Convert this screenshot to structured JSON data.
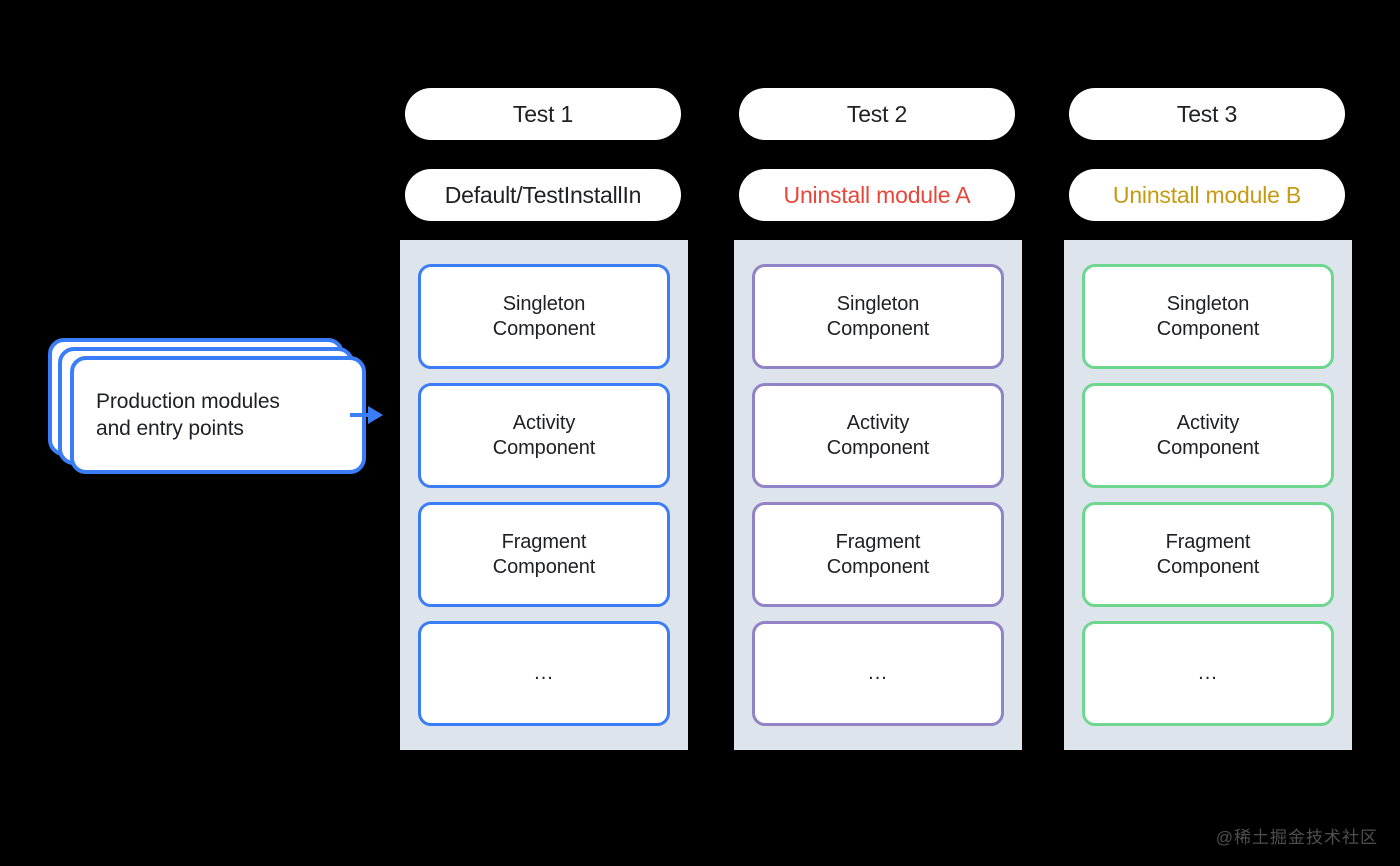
{
  "canvas": {
    "background": "#000000",
    "panel_background": "#DEE4EC",
    "card_background": "#ffffff",
    "text_color": "#202124"
  },
  "source_node": {
    "label": "Production modules\nand entry points",
    "line1": "Production modules",
    "line2": "and entry points",
    "border_color": "#3B7DF7",
    "stack_count": 3
  },
  "connector": {
    "type": "arrow",
    "direction": "right",
    "color": "#3B7DF7"
  },
  "columns": [
    {
      "id": "test1",
      "title": "Test 1",
      "subtitle": "Default/TestInstallIn",
      "subtitle_color": "#202124",
      "accent_color": "#3B7DF7",
      "components": [
        {
          "line1": "Singleton",
          "line2": "Component"
        },
        {
          "line1": "Activity",
          "line2": "Component"
        },
        {
          "line1": "Fragment",
          "line2": "Component"
        },
        {
          "line1": "...",
          "line2": ""
        }
      ]
    },
    {
      "id": "test2",
      "title": "Test 2",
      "subtitle": "Uninstall module A",
      "subtitle_color": "#E8463A",
      "accent_color": "#9183C6",
      "components": [
        {
          "line1": "Singleton",
          "line2": "Component"
        },
        {
          "line1": "Activity",
          "line2": "Component"
        },
        {
          "line1": "Fragment",
          "line2": "Component"
        },
        {
          "line1": "...",
          "line2": ""
        }
      ]
    },
    {
      "id": "test3",
      "title": "Test 3",
      "subtitle": "Uninstall module B",
      "subtitle_color": "#C79A12",
      "accent_color": "#6FD68F",
      "components": [
        {
          "line1": "Singleton",
          "line2": "Component"
        },
        {
          "line1": "Activity",
          "line2": "Component"
        },
        {
          "line1": "Fragment",
          "line2": "Component"
        },
        {
          "line1": "...",
          "line2": ""
        }
      ]
    }
  ],
  "watermark": {
    "text": "@稀土掘金技术社区"
  }
}
